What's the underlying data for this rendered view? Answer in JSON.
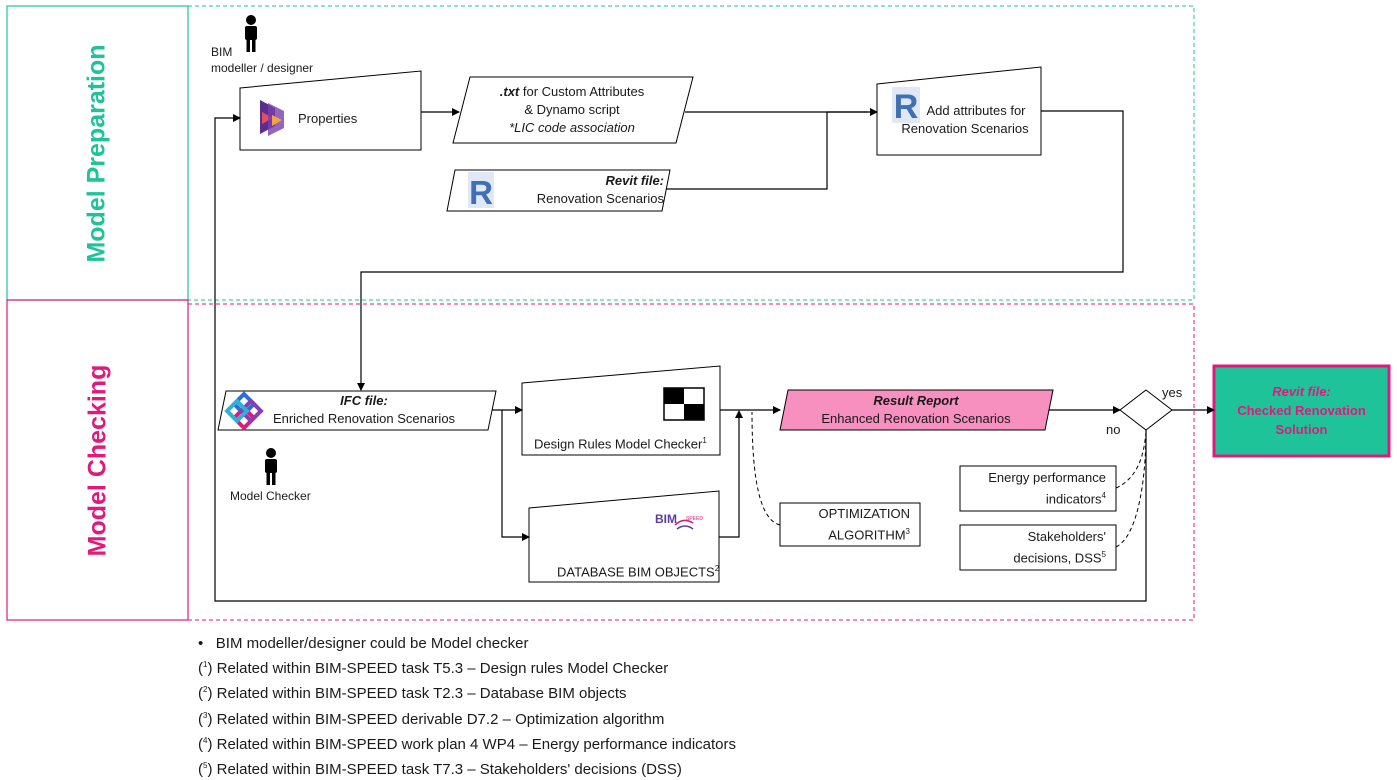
{
  "lanes": {
    "model_preparation": "Model Preparation",
    "model_checking": "Model Checking"
  },
  "actors": {
    "bim_modeller_line1": "BIM",
    "bim_modeller_line2": "modeller / designer",
    "model_checker": "Model Checker"
  },
  "boxes": {
    "properties": "Properties",
    "txt_bold": ".txt",
    "txt_line1_rest": " for Custom Attributes",
    "txt_line2": "& Dynamo script",
    "txt_line3": "*LIC code association",
    "add_attr_line1": "Add attributes for",
    "add_attr_line2": "Renovation Scenarios",
    "revit_title": "Revit file:",
    "revit_sub": "Renovation Scenarios",
    "ifc_title": "IFC file:",
    "ifc_sub": "Enriched Renovation Scenarios",
    "design_rules": "Design Rules Model Checker",
    "design_rules_sup": "1",
    "database": "DATABASE BIM OBJECTS",
    "database_sup": "2",
    "result_title": "Result Report",
    "result_sub": "Enhanced Renovation Scenarios",
    "optim_line1": "OPTIMIZATION",
    "optim_line2": "ALGORITHM",
    "optim_sup": "3",
    "energy_line1": "Energy performance",
    "energy_line2": "indicators",
    "energy_sup": "4",
    "stake_line1": "Stakeholders'",
    "stake_line2": "decisions, DSS",
    "stake_sup": "5",
    "final_line1": "Revit file:",
    "final_line2": "Checked Renovation",
    "final_line3": "Solution",
    "bim_speed_logo": "BIM",
    "bim_speed_logo_small": "SPEED"
  },
  "decision": {
    "yes": "yes",
    "no": "no"
  },
  "notes": {
    "bullet": "•",
    "n0": "BIM modeller/designer could be Model checker",
    "n1_open": "(",
    "n1_sup": "1",
    "n1_text": ") Related within BIM-SPEED task T5.3 – Design rules Model Checker",
    "n2_open": "(",
    "n2_sup": "2",
    "n2_text": ") Related within BIM-SPEED task T2.3 – Database BIM objects",
    "n3_open": "(",
    "n3_sup": "3",
    "n3_text": ") Related within BIM-SPEED derivable D7.2 – Optimization algorithm",
    "n4_open": "(",
    "n4_sup": "4",
    "n4_text": ") Related within BIM-SPEED work plan 4 WP4 – Energy performance indicators",
    "n5_open": "(",
    "n5_sup": "5",
    "n5_text": ") Related within BIM-SPEED task T7.3 – Stakeholders' decisions (DSS)"
  },
  "icons": [
    "person-icon",
    "dynamo-icon",
    "revit-icon",
    "ifc-icon",
    "checker-icon",
    "bim-speed-logo"
  ],
  "colors": {
    "teal": "#1fc39a",
    "magenta": "#e0197d",
    "result_fill": "#f78fbf",
    "final_fill": "#1fc39a",
    "revit_blue": "#3f6fb5"
  }
}
